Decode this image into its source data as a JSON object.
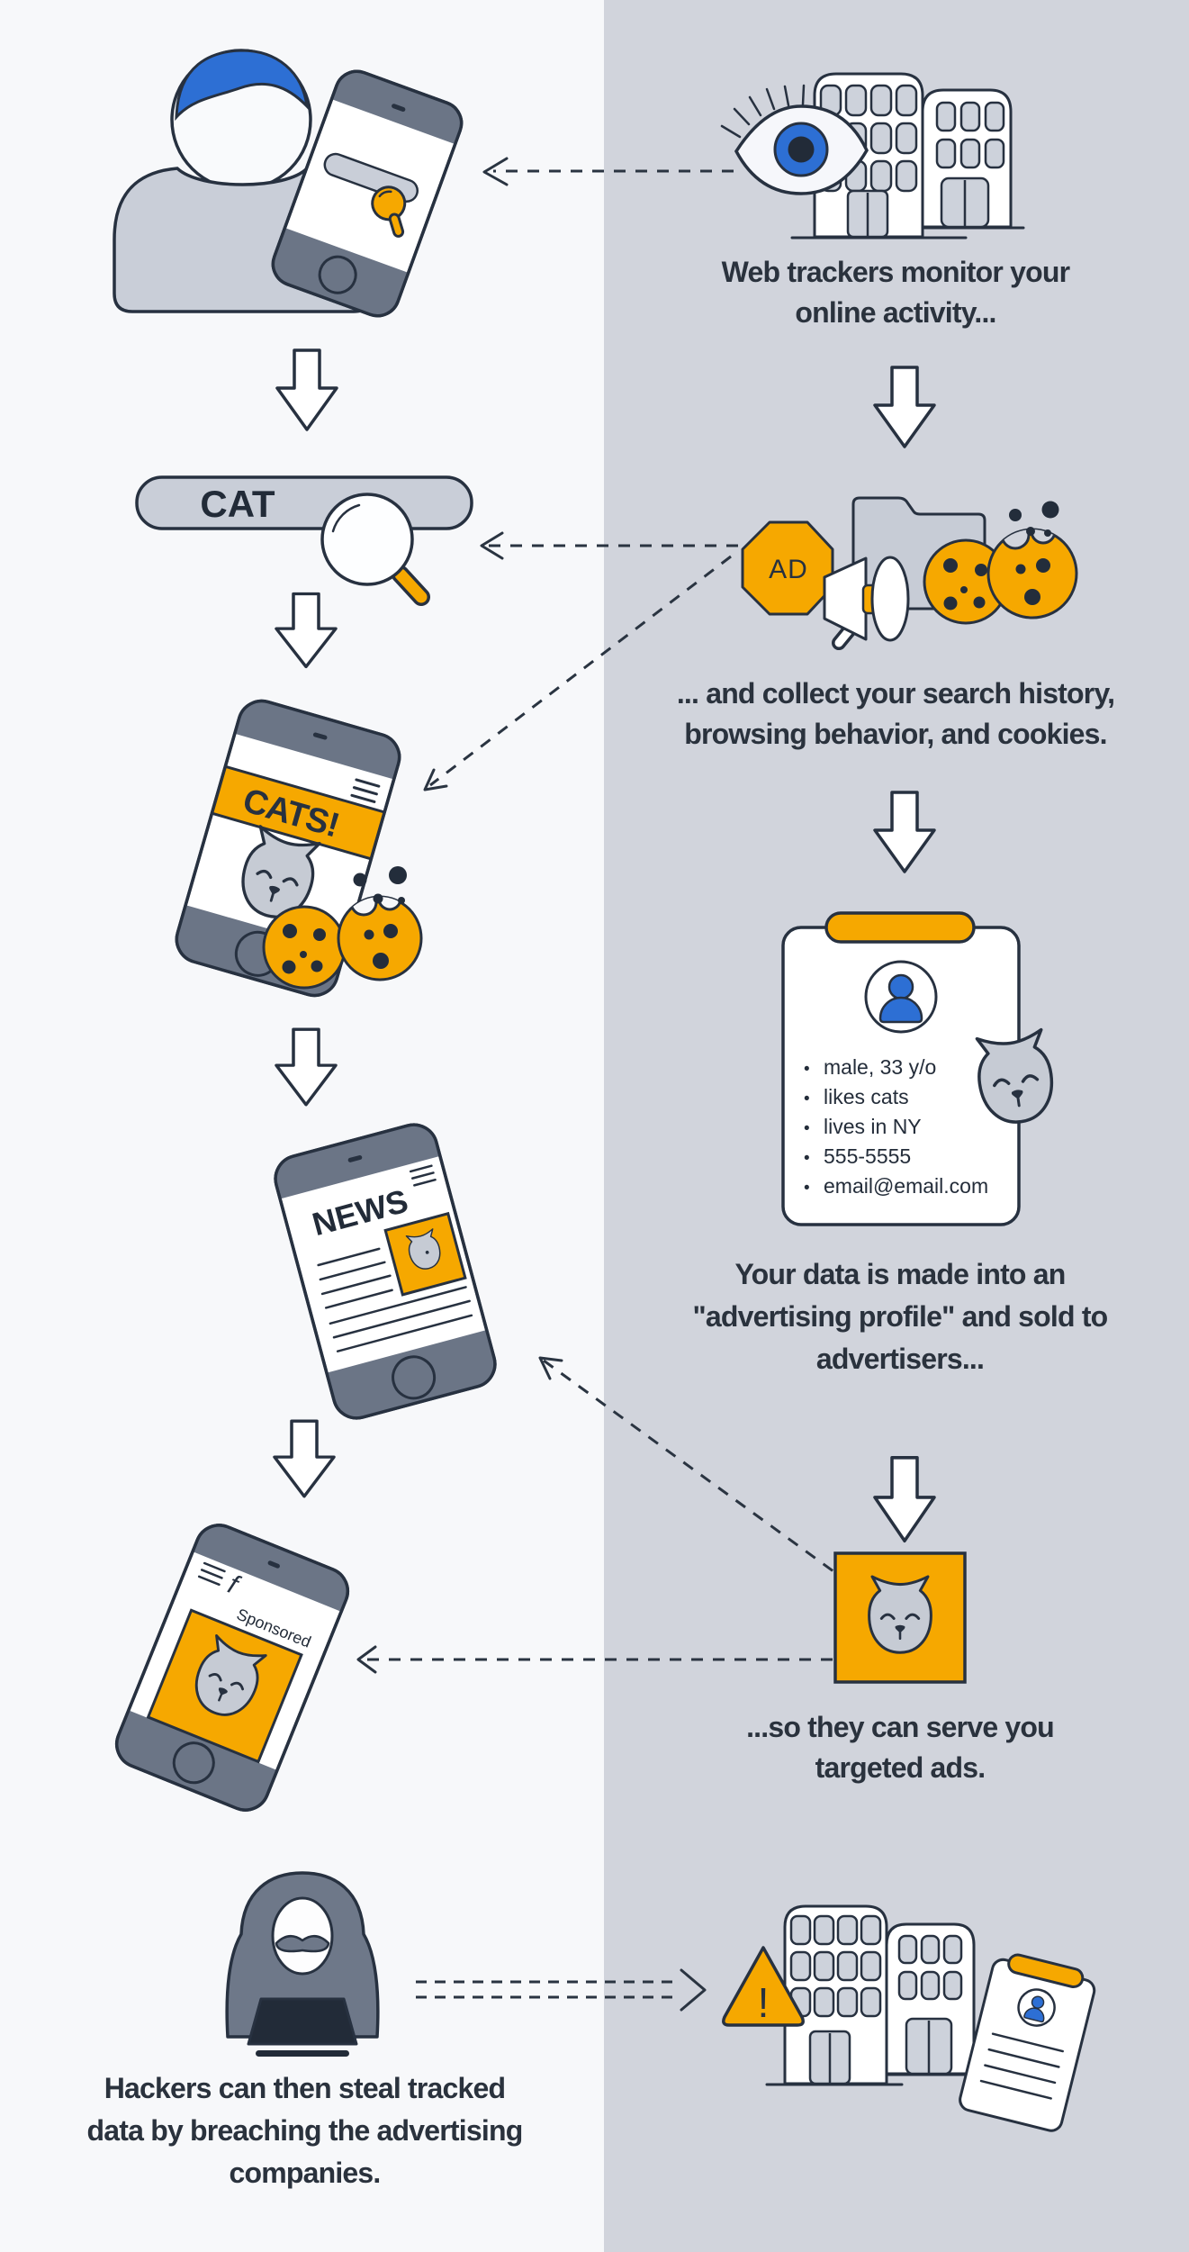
{
  "infographic": {
    "right_column": {
      "step1_caption": "Web trackers monitor your\nonline activity...",
      "step2_caption": "... and collect your search history,\nbrowsing behavior, and cookies.",
      "step3_caption": "Your data is made into an\n\"advertising profile\" and sold to\nadvertisers...",
      "step4_caption": "...so they can serve you\ntargeted ads.",
      "ad_badge": "AD",
      "profile_card": {
        "bullet": "•",
        "items": [
          "male, 33 y/o",
          "likes cats",
          "lives in NY",
          "555-5555",
          "email@email.com"
        ]
      },
      "warning_mark": "!"
    },
    "left_column": {
      "search_query": "CAT",
      "cats_banner": "CATS!",
      "news_masthead": "NEWS",
      "sponsored_label": "Sponsored",
      "social_f_icon": "f",
      "step5_caption": "Hackers can then steal tracked\ndata by breaching the advertising\ncompanies."
    }
  },
  "colors": {
    "ink": "#273140",
    "accent_orange": "#F6A800",
    "accent_blue": "#2D6FD4",
    "panel_left_bg": "#F7F8FA",
    "panel_right_bg": "#D1D4DC",
    "slate_gray": "#6B7586",
    "light_gray_fill": "#C9CED8"
  }
}
